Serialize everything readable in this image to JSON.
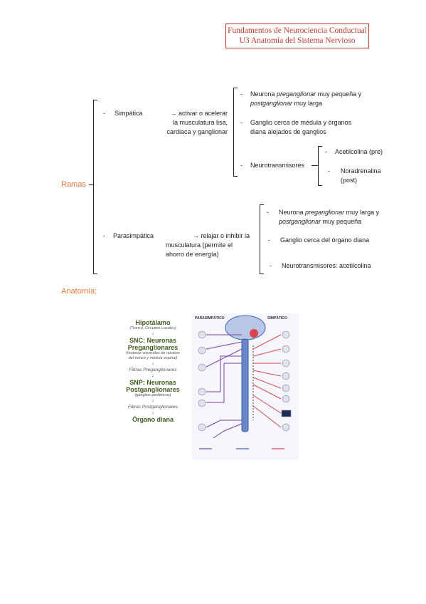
{
  "header": {
    "line1": "Fundamentos de Neurociencia Conductual",
    "line2": "U3 Anatomía del Sistema Nervioso"
  },
  "ramas": {
    "label": "Ramas",
    "simpatica": {
      "name": "Simpática",
      "desc_line1": "→  activar o acelerar",
      "desc_line2": "la musculatura lisa,",
      "desc_line3": "cardiaca y ganglionar",
      "items": {
        "neurona_a": "Neurona ",
        "neurona_b": "preganglionar",
        "neurona_c": " muy pequeña y",
        "neurona_d": "postganglionar",
        "neurona_e": " muy larga",
        "ganglio_1": "Ganglio cerca de médula y órganos",
        "ganglio_2": "diana alejados de ganglios",
        "neurotransmisores": "Neurotransmisores",
        "nt1": "Acetilcolina (pre)",
        "nt2a": "Noradrenalina",
        "nt2b": "(post)"
      }
    },
    "parasimpatica": {
      "name": "Parasimpática",
      "desc_line1": "→  relajar o inhibir la",
      "desc_line2": "musculatura (permite el",
      "desc_line3": "ahorro de energía)",
      "items": {
        "neurona_a": "Neurona ",
        "neurona_b": "preganglionar",
        "neurona_c": " muy larga y",
        "neurona_d": "postganglionar",
        "neurona_e": " muy pequeña",
        "ganglio": "Ganglio cerca del órgano diana",
        "neurotransmisores": "Neurotransmisores: acetilcolina"
      }
    }
  },
  "anatomia": {
    "label": "Anatomía:",
    "flow": {
      "hipotalamo": "Hipotálamo",
      "hipotalamo_sub": "(Tronco, Circuitos Locales)",
      "snc1": "SNC: Neuronas",
      "snc2": "Preganglionares",
      "snc_sub1": "(motoras viscerales de núcleos",
      "snc_sub2": "del tronco y médula espinal)",
      "fibras_pre": "Fibras Preganglionares",
      "snp1": "SNP: Neuronas",
      "snp2": "Postganglionares",
      "snp_sub": "(ganglios periféricos)",
      "fibras_post": "Fibras Postganglionares",
      "organo": "Órgano diana",
      "arrow": "↓"
    },
    "illustration": {
      "title_left": "PARASIMPÁTICO",
      "title_right": "SIMPÁTICO"
    }
  },
  "colors": {
    "accent_red": "#c0392b",
    "accent_orange": "#e27a3f",
    "flow_green": "#3e5a1e",
    "parasympathetic": "#7a3fa0",
    "sympathetic": "#d8434c",
    "spine_blue": "#3a5fb0"
  }
}
